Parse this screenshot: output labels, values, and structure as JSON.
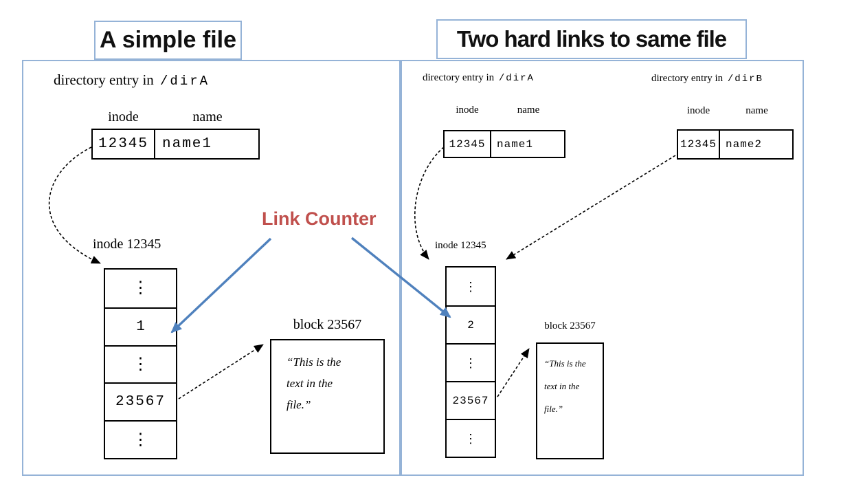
{
  "titles": {
    "left": "A simple file",
    "right": "Two hard links to same file"
  },
  "annotation": {
    "label": "Link Counter"
  },
  "colors": {
    "panel_border": "#95b3d7",
    "title_border": "#95b3d7",
    "arrow_blue": "#4f81bd",
    "label_red": "#c0504d",
    "diagram_line": "#000000"
  },
  "left_panel": {
    "dir_entry": {
      "prefix": "directory entry in",
      "path": "/dirA"
    },
    "table": {
      "headers": [
        "inode",
        "name"
      ],
      "inode": "12345",
      "name": "name1"
    },
    "inode_label": "inode 12345",
    "inode_cells": [
      "⋮",
      "1",
      "⋮",
      "23567",
      "⋮"
    ],
    "block": {
      "title": "block 23567",
      "lines": [
        "“This is the",
        "text in the",
        "file.”"
      ]
    }
  },
  "right_panel": {
    "dir_entries": [
      {
        "prefix": "directory entry in",
        "path": "/dirA",
        "headers": [
          "inode",
          "name"
        ],
        "inode": "12345",
        "name": "name1"
      },
      {
        "prefix": "directory entry in",
        "path": "/dirB",
        "headers": [
          "inode",
          "name"
        ],
        "inode": "12345",
        "name": "name2"
      }
    ],
    "inode_label": "inode 12345",
    "inode_cells": [
      "⋮",
      "2",
      "⋮",
      "23567",
      "⋮"
    ],
    "block": {
      "title": "block 23567",
      "lines": [
        "“This is the",
        "text in the",
        "file.”"
      ]
    }
  }
}
